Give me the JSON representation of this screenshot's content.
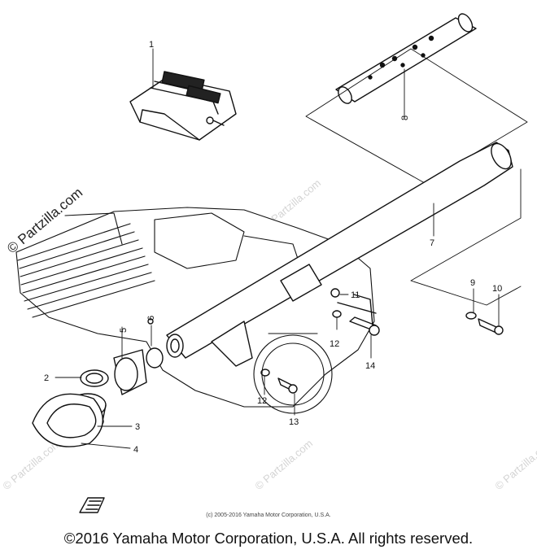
{
  "watermarks": {
    "rotated": "© Partzilla.com",
    "corner": "© Partzilla.com"
  },
  "callouts": [
    "1",
    "2",
    "3",
    "4",
    "5",
    "6",
    "7",
    "8",
    "9",
    "10",
    "11",
    "12",
    "12",
    "13",
    "14"
  ],
  "copyright_small": "(c) 2005-2016 Yamaha Motor Corporation, U.S.A.",
  "copyright_main": "©2016 Yamaha Motor Corporation, U.S.A. All rights reserved."
}
